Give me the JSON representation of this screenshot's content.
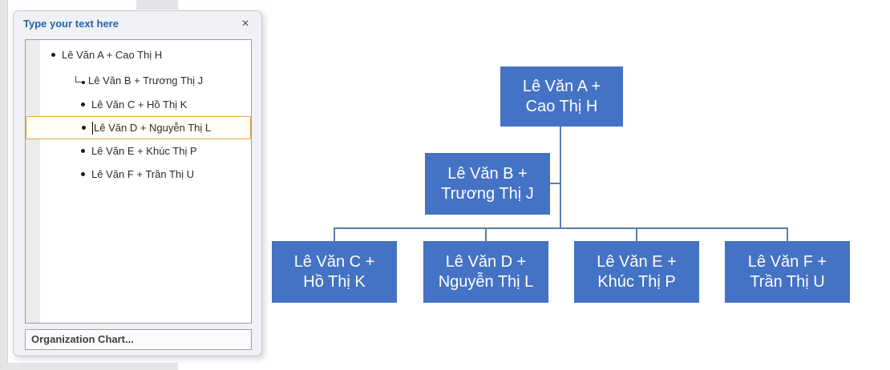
{
  "text_pane": {
    "title": "Type your text here",
    "close_label": "×",
    "items": [
      {
        "text": "Lê Văn A + Cao Thị H",
        "level": 1,
        "bullet": "dot-bullet",
        "selected": false
      },
      {
        "text": "Lê Văn B + Trương Thị J",
        "level": 2,
        "bullet": "assist-arrow",
        "selected": false
      },
      {
        "text": "Lê Văn C + Hồ Thị K",
        "level": 2,
        "bullet": "dot-bullet",
        "selected": false
      },
      {
        "text": "Lê Văn D + Nguyễn Thị L",
        "level": 2,
        "bullet": "dot-bullet",
        "selected": true
      },
      {
        "text": "Lê Văn E + Khúc Thị P",
        "level": 2,
        "bullet": "dot-bullet",
        "selected": false
      },
      {
        "text": "Lê Văn F + Trần Thị U",
        "level": 2,
        "bullet": "dot-bullet",
        "selected": false
      }
    ],
    "footer_label": "Organization Chart..."
  },
  "org_chart": {
    "type": "organization-chart",
    "accent_color": "#4472C4",
    "connector_color": "#5d7bae",
    "nodes": [
      {
        "id": "A",
        "line1": "Lê Văn A +",
        "line2": "Cao Thị H",
        "role": "root"
      },
      {
        "id": "B",
        "line1": "Lê Văn B +",
        "line2": "Trương Thị J",
        "role": "assistant",
        "parent": "A"
      },
      {
        "id": "C",
        "line1": "Lê Văn C +",
        "line2": "Hồ Thị K",
        "role": "child",
        "parent": "A"
      },
      {
        "id": "D",
        "line1": "Lê Văn D +",
        "line2": "Nguyễn Thị L",
        "role": "child",
        "parent": "A"
      },
      {
        "id": "E",
        "line1": "Lê Văn E +",
        "line2": "Khúc Thị P",
        "role": "child",
        "parent": "A"
      },
      {
        "id": "F",
        "line1": "Lê Văn F +",
        "line2": "Trần Thị U",
        "role": "child",
        "parent": "A"
      }
    ]
  }
}
